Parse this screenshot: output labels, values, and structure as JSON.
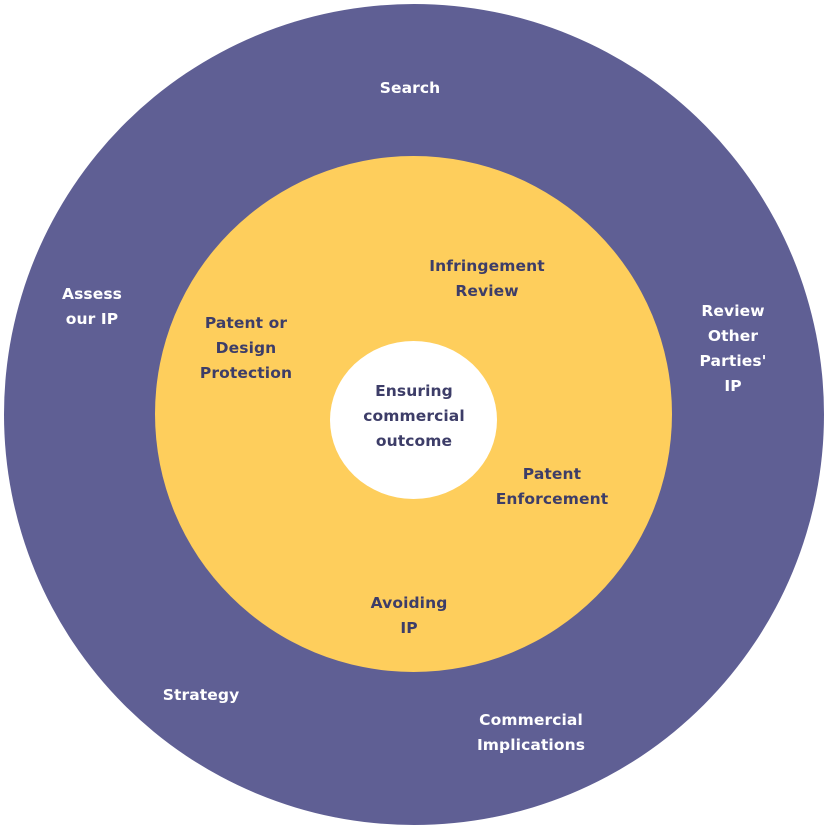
{
  "diagram": {
    "type": "concentric-circles",
    "colors": {
      "outer_ring": "#5f5f94",
      "middle_ring": "#fece5c",
      "center": "#ffffff",
      "dark_text": "#3d3d68",
      "light_text": "#ffffff"
    },
    "center": {
      "label": "Ensuring\ncommercial\noutcome"
    },
    "middle_ring": {
      "labels": [
        "Infringement\nReview",
        "Patent or\nDesign\nProtection",
        "Patent\nEnforcement",
        "Avoiding\nIP"
      ]
    },
    "outer_ring": {
      "labels": [
        "Search",
        "Assess\nour IP",
        "Review\nOther\nParties'\nIP",
        "Strategy",
        "Commercial\nImplications"
      ]
    }
  }
}
